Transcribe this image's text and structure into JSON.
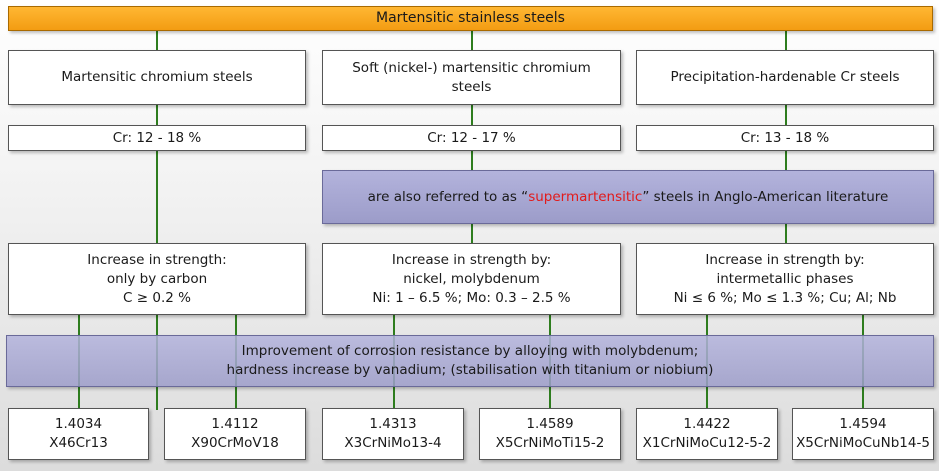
{
  "title": "Martensitic stainless steels",
  "columns": [
    {
      "name": "Martensitic chromium steels",
      "cr": "Cr: 12 - 18 %",
      "strength": "Increase in strength:\nonly by carbon\nC ≥ 0.2 %"
    },
    {
      "name": "Soft (nickel-) martensitic chromium\nsteels",
      "cr": "Cr: 12 - 17 %",
      "strength": "Increase in strength by:\nnickel, molybdenum\nNi: 1 – 6.5 %; Mo: 0.3 – 2.5 %"
    },
    {
      "name": "Precipitation-hardenable Cr steels",
      "cr": "Cr: 13 - 18 %",
      "strength": "Increase in strength by:\nintermetallic phases\nNi ≤ 6 %; Mo ≤ 1.3 %; Cu; Al; Nb"
    }
  ],
  "supermartensitic_note": {
    "before": "are also referred to as “",
    "highlight": "supermartensitic",
    "after": "” steels in Anglo-American literature"
  },
  "corrosion_note": "Improvement of corrosion resistance by alloying with molybdenum;\nhardness increase by vanadium; (stabilisation with titanium or niobium)",
  "grades": [
    {
      "number": "1.4034",
      "name": "X46Cr13"
    },
    {
      "number": "1.4112",
      "name": "X90CrMoV18"
    },
    {
      "number": "1.4313",
      "name": "X3CrNiMo13-4"
    },
    {
      "number": "1.4589",
      "name": "X5CrNiMoTi15-2"
    },
    {
      "number": "1.4422",
      "name": "X1CrNiMoCu12-5-2"
    },
    {
      "number": "1.4594",
      "name": "X5CrNiMoCuNb14-5"
    }
  ],
  "colors": {
    "connector": "#2e7d1e",
    "title_fill": "#f7a823",
    "note_fill": "#a7a7d2",
    "highlight": "#e21b1b"
  }
}
